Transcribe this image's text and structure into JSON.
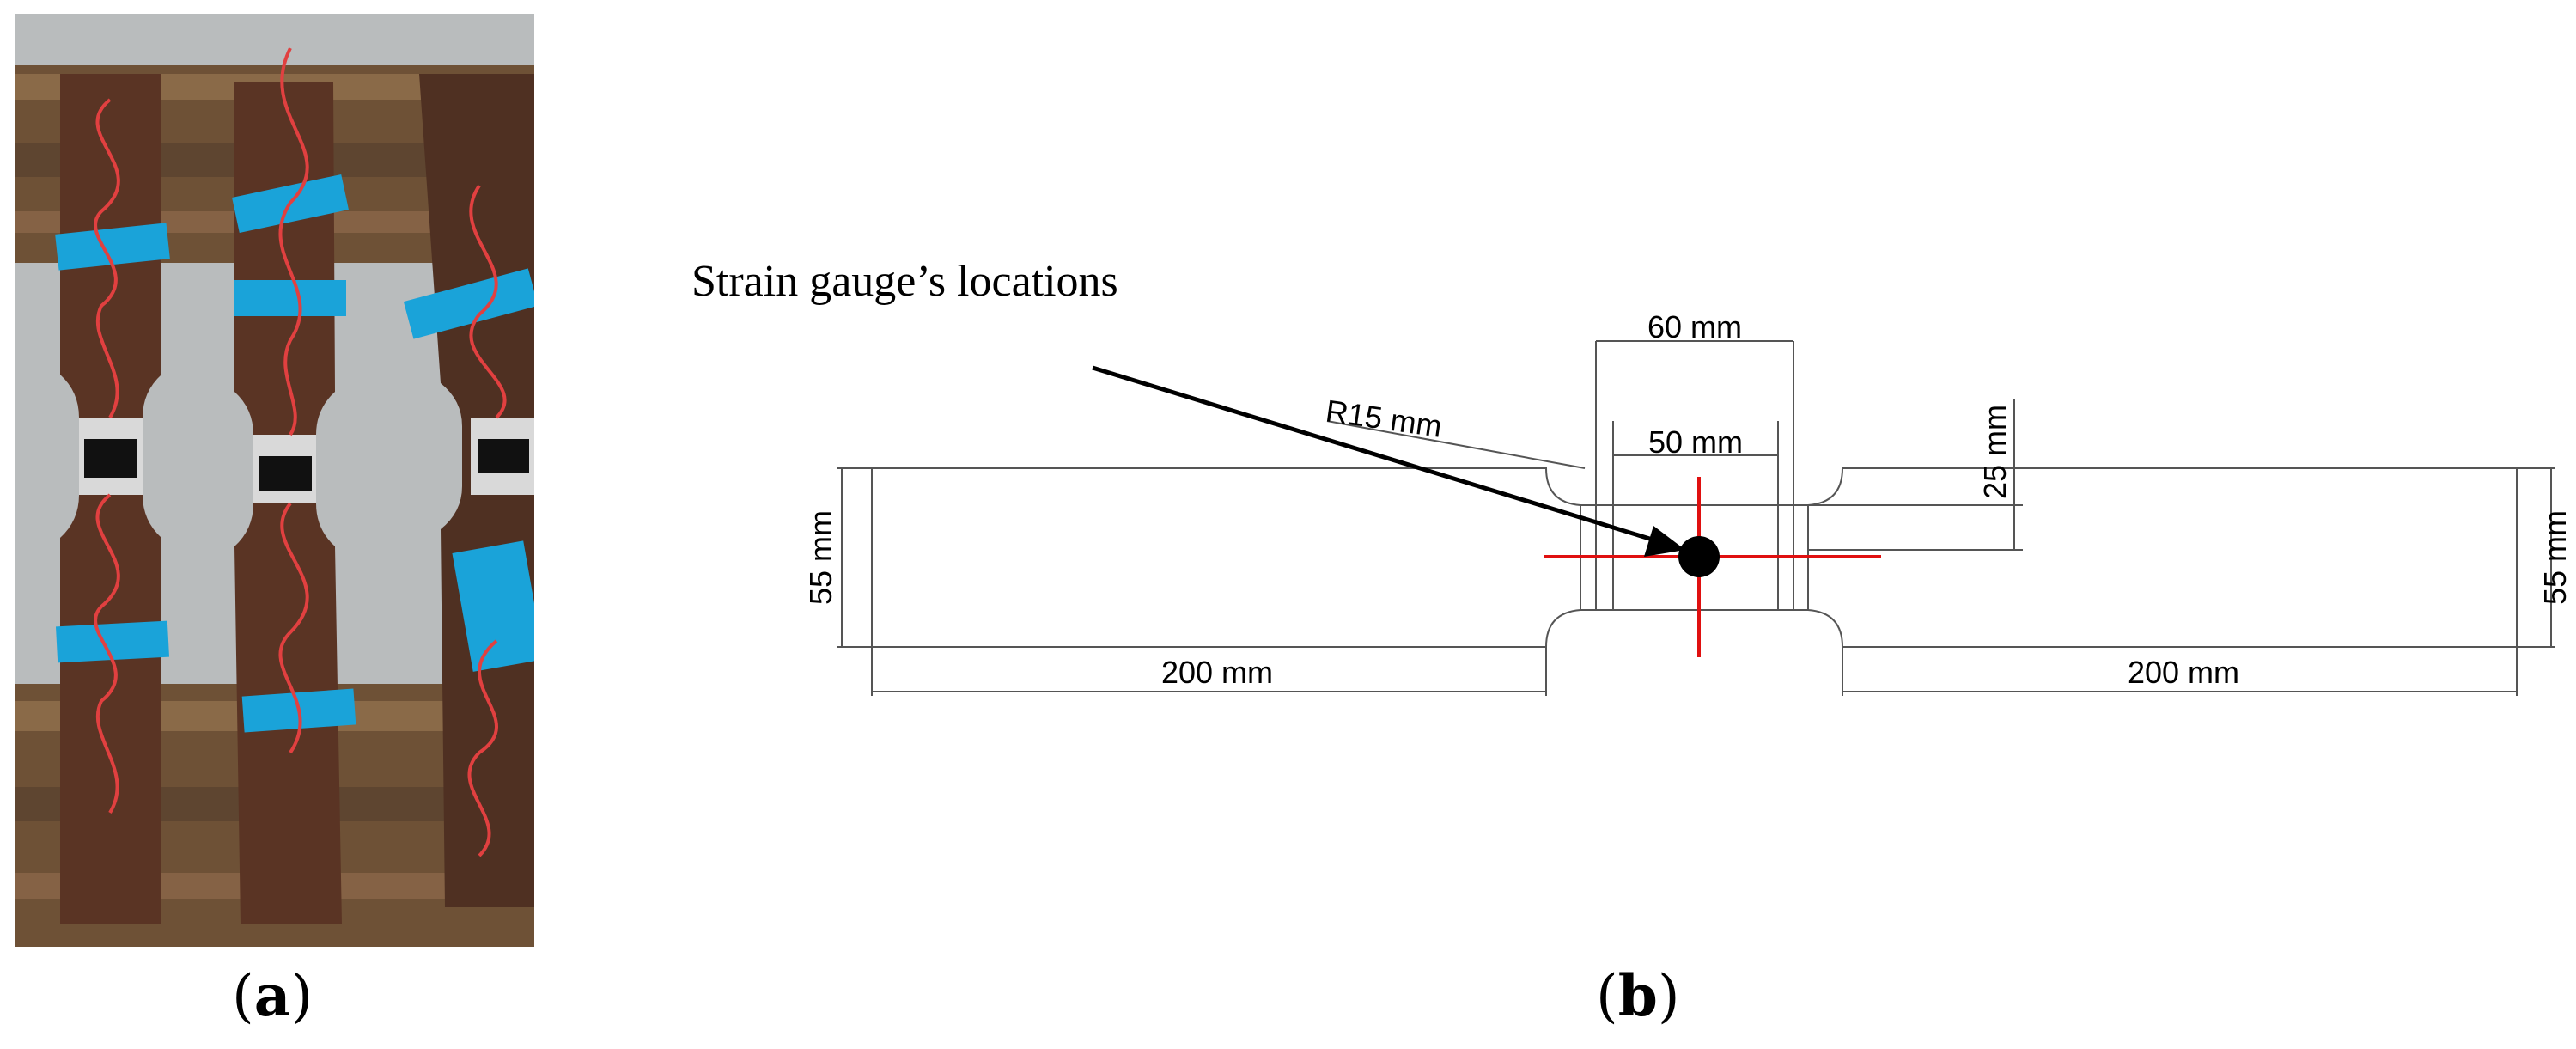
{
  "panels": {
    "a": {
      "caption_open": "(",
      "caption_letter": "a",
      "caption_close": ")"
    },
    "b": {
      "caption_open": "(",
      "caption_letter": "b",
      "caption_close": ")"
    }
  },
  "drawing": {
    "callout": "Strain gauge’s locations",
    "dims": {
      "overall_center_width": "60 mm",
      "gauge_width": "50 mm",
      "fillet_radius": "R15 mm",
      "half_height": "25 mm",
      "left_height": "55 mm",
      "right_height": "55 mm",
      "left_grip_length": "200 mm",
      "right_grip_length": "200 mm"
    }
  },
  "colors": {
    "line": "#555555",
    "crosshair": "#e01010",
    "tape_blue": "#1aa3d9",
    "steel_rust": "#5a3424",
    "wood": "#7a5a3a"
  }
}
